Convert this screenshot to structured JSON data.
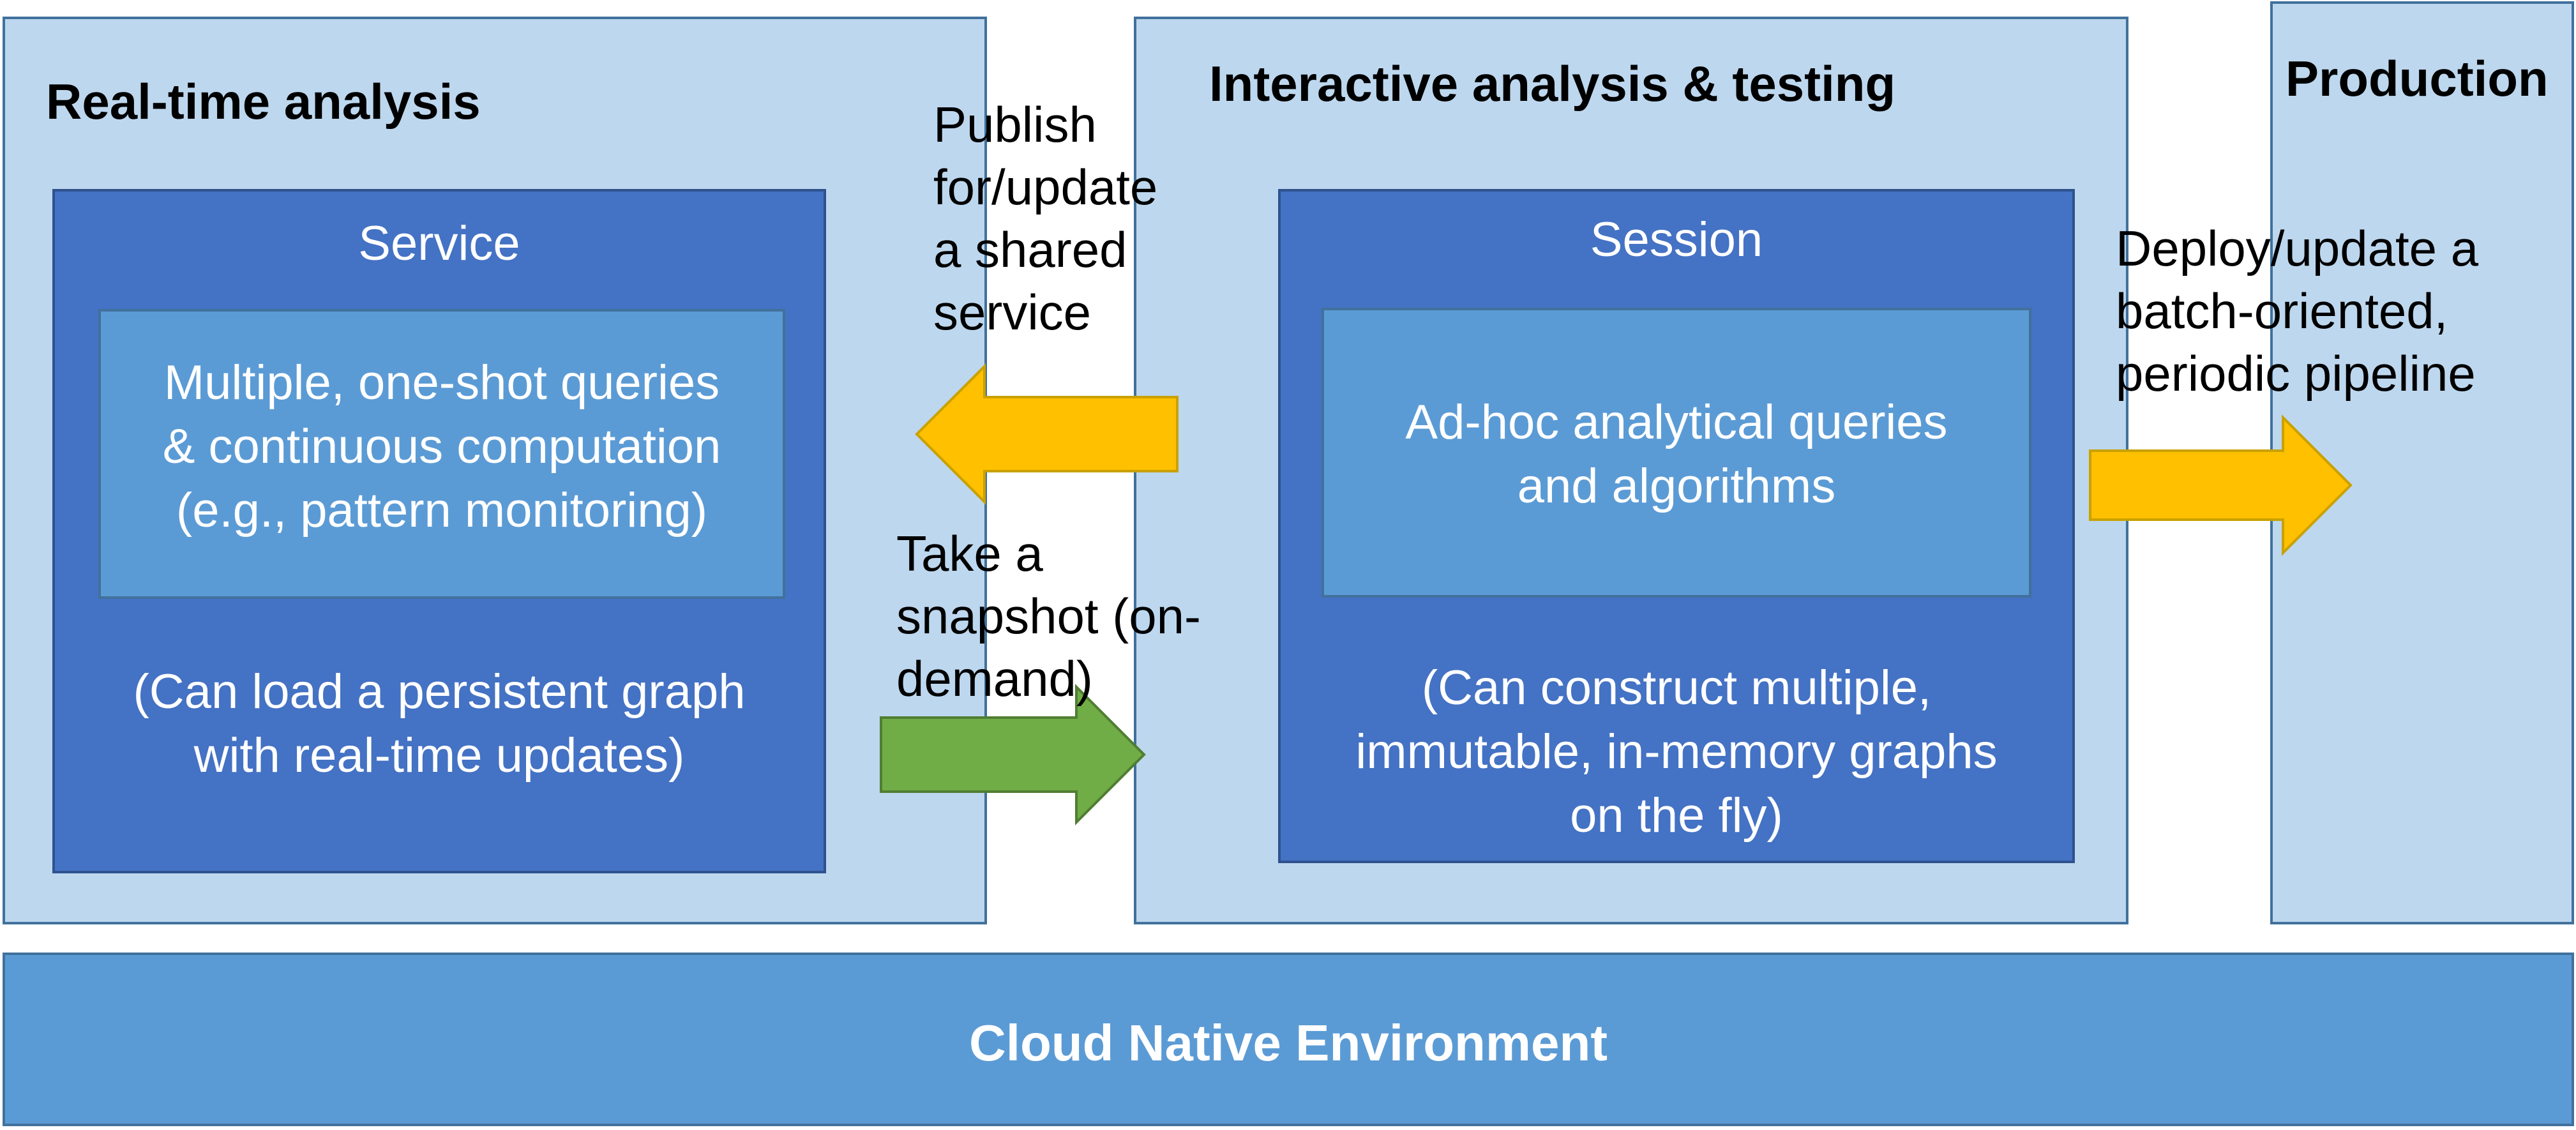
{
  "realtime": {
    "title": "Real-time analysis",
    "service": {
      "label": "Service",
      "core": "Multiple, one-shot queries\n& continuous computation\n(e.g., pattern monitoring)",
      "note": "(Can load a persistent graph\nwith real-time updates)"
    }
  },
  "interactive": {
    "title": "Interactive analysis & testing",
    "session": {
      "label": "Session",
      "core": "Ad-hoc analytical queries\nand algorithms",
      "note": "(Can construct multiple,\nimmutable, in-memory graphs\non the fly)"
    }
  },
  "production": {
    "title": "Production"
  },
  "arrows": {
    "publish": {
      "label": "Publish\nfor/update\na shared\nservice",
      "color": "#ffc000"
    },
    "snapshot": {
      "label": "Take a\nsnapshot (on-\ndemand)",
      "color": "#70ad47"
    },
    "deploy": {
      "label": "Deploy/update a\nbatch-oriented,\nperiodic pipeline",
      "color": "#ffc000"
    }
  },
  "footer": {
    "label": "Cloud Native Environment"
  },
  "colors": {
    "panel_fill": "#bdd7ee",
    "inner_fill": "#4472c4",
    "core_fill": "#5b9bd5",
    "footer_fill": "#5b9bd5"
  }
}
